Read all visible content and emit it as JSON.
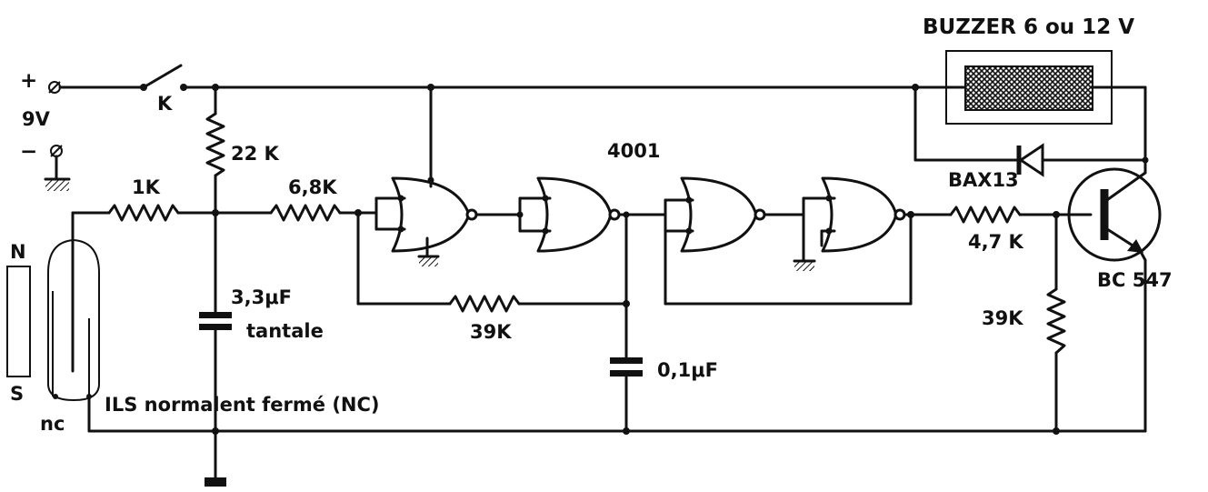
{
  "labels": {
    "buzzer": "BUZZER  6 ou 12  V",
    "plus": "+",
    "minus": "−",
    "supply": "9V",
    "switch": "K",
    "r22k": "22 K",
    "r1k": "1K",
    "r68k": "6,8K",
    "ic": "4001",
    "diode": "BAX13",
    "r47k": "4,7 K",
    "transistor": "BC 547",
    "cap_tantale_value": "3,3μF",
    "cap_tantale_type": "tantale",
    "r39k_feedback": "39K",
    "cap_01": "0,1μF",
    "r39k_base": "39K",
    "magnet_n": "N",
    "magnet_s": "S",
    "reed_nc": "nc",
    "reed_switch": "ILS normalent fermé (NC)"
  }
}
